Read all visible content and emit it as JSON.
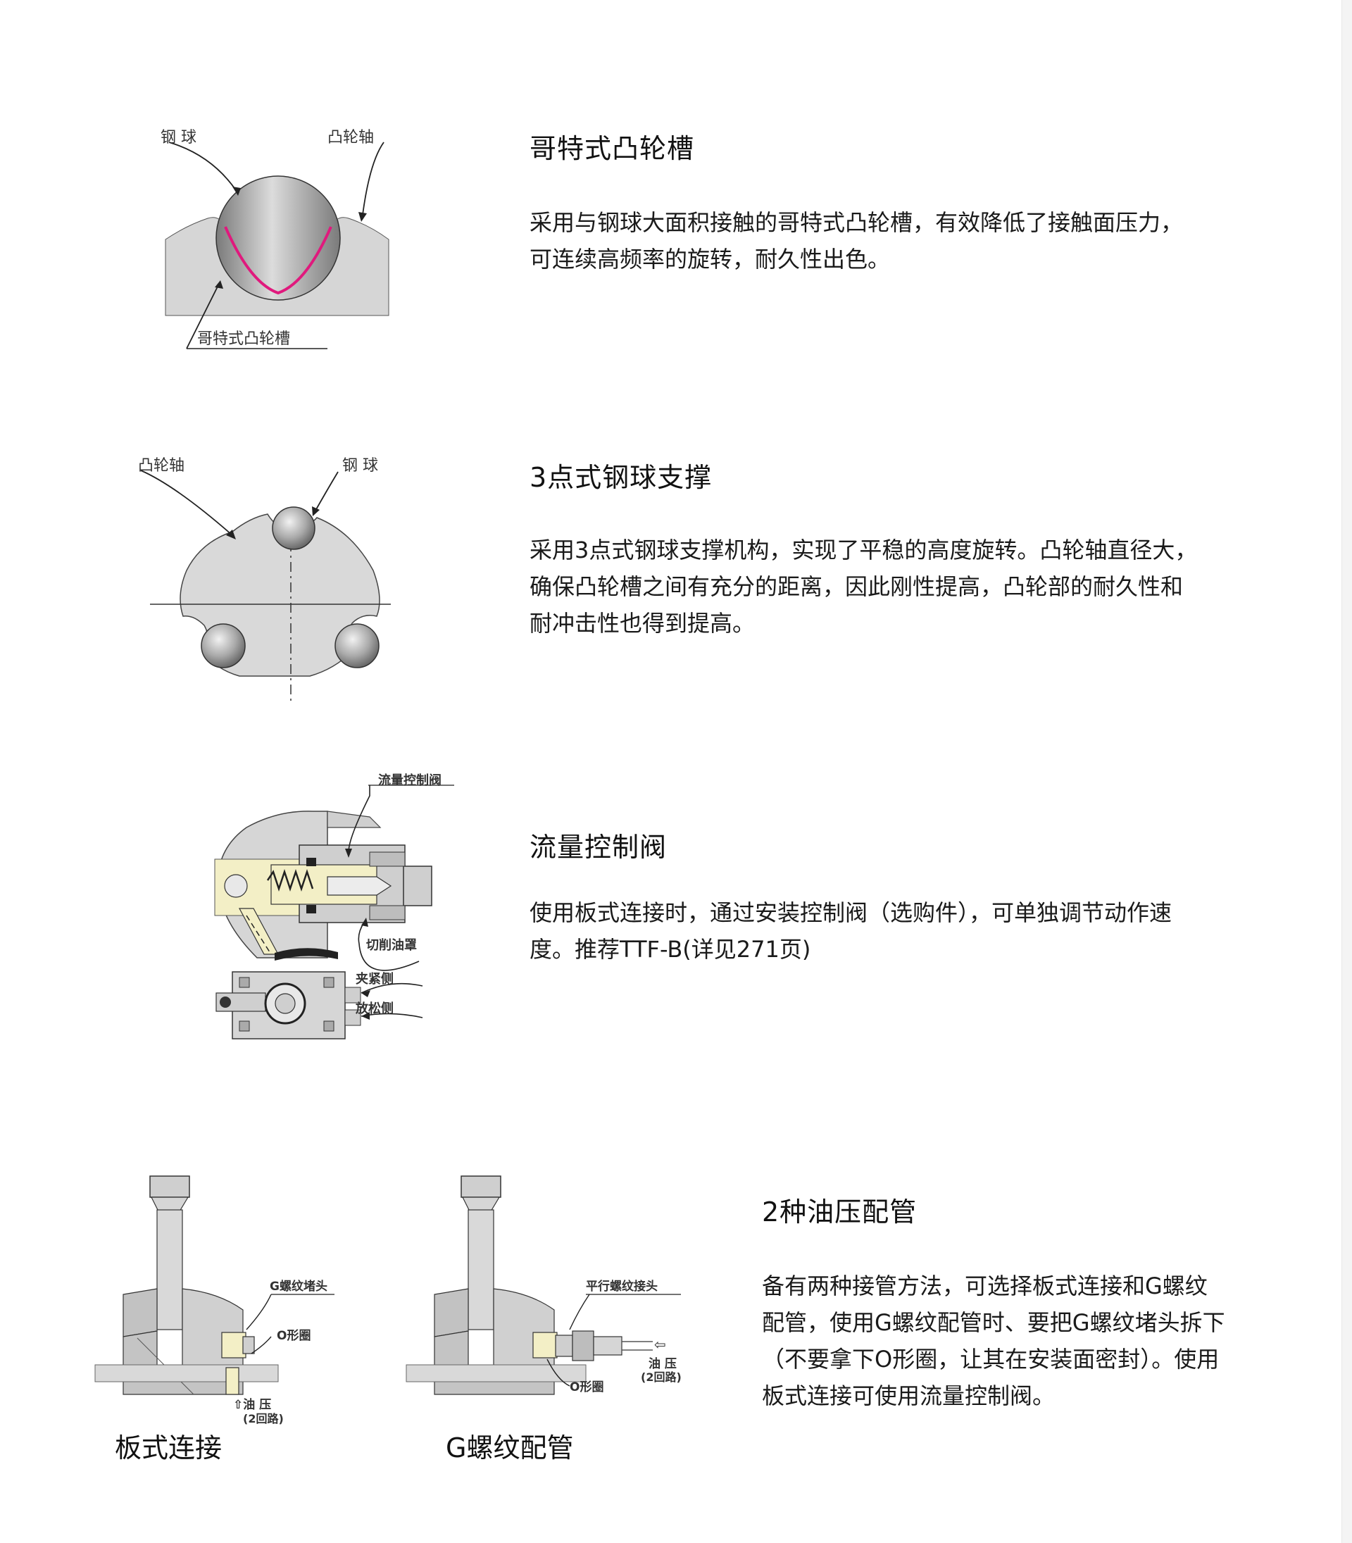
{
  "colors": {
    "accent": "#e0197d",
    "diagram_gray": "#d9d9d9",
    "oil_yellow": "#f3efc6",
    "line": "#222222"
  },
  "s1": {
    "title": "哥特式凸轮槽",
    "lines": [
      "采用与钢球大面积接触的哥特式凸轮槽，有效降低了接触面压力，",
      "可连续高频率的旋转，耐久性出色。"
    ],
    "labels": {
      "ball": "钢 球",
      "cam": "凸轮轴",
      "groove": "哥特式凸轮槽"
    }
  },
  "s2": {
    "title": "3点式钢球支撑",
    "lines": [
      "采用3点式钢球支撑机构，实现了平稳的高度旋转。凸轮轴直径大，",
      "确保凸轮槽之间有充分的距离，因此刚性提高，凸轮部的耐久性和",
      "耐冲击性也得到提高。"
    ],
    "labels": {
      "cam": "凸轮轴",
      "ball": "钢 球"
    }
  },
  "s3": {
    "title": "流量控制阀",
    "lines": [
      "使用板式连接时，通过安装控制阀（选购件），可单独调节动作速",
      "度。推荐TTF-B(详见271页)"
    ],
    "labels": {
      "valve": "流量控制阀",
      "cover": "切削油罩",
      "clamp": "夹紧侧",
      "release": "放松侧"
    }
  },
  "s4": {
    "title": "2种油压配管",
    "lines": [
      "备有两种接管方法，可选择板式连接和G螺纹",
      "配管，使用G螺纹配管时、要把G螺纹堵头拆下",
      "（不要拿下O形圈，让其在安装面密封）。使用",
      "板式连接可使用流量控制阀。"
    ],
    "left": {
      "caption": "板式连接",
      "plug": "G螺纹堵头",
      "oring": "O形圈",
      "oil": "⇧油 压",
      "circuit": "(2回路)"
    },
    "right": {
      "caption": "G螺纹配管",
      "joint": "平行螺纹接头",
      "oring": "O形圈",
      "oil": "油 压",
      "circuit": "(2回路)",
      "arrow": "⇦"
    }
  }
}
